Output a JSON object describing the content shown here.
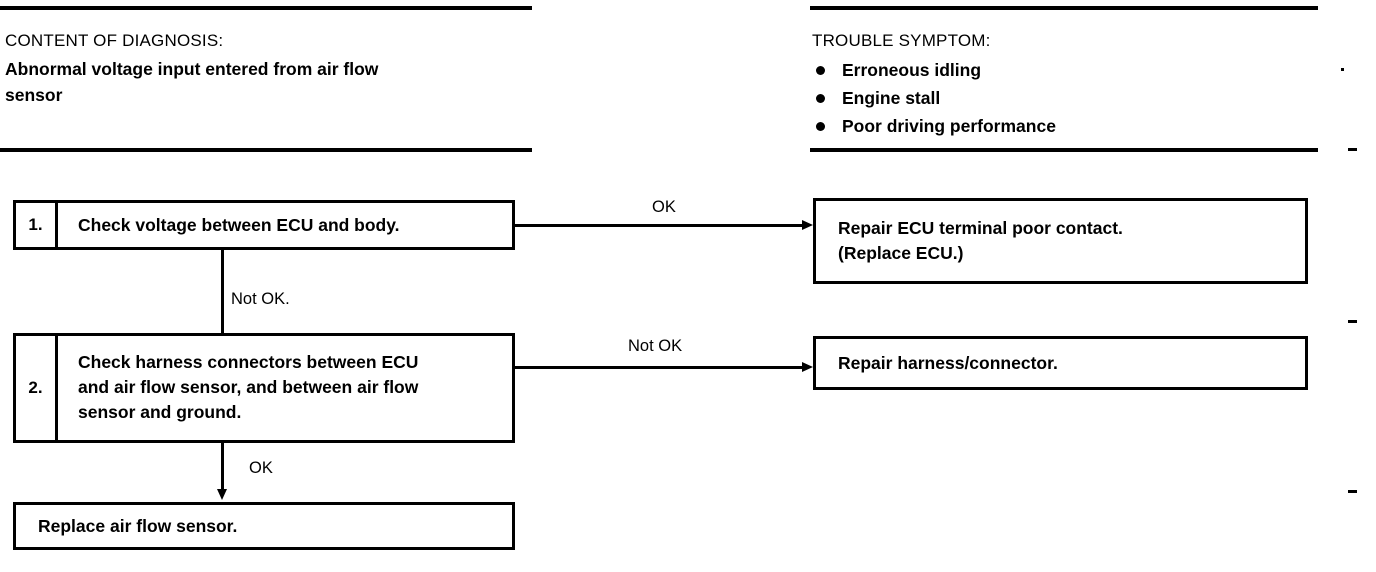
{
  "header": {
    "diagnosis": {
      "title": "CONTENT OF DIAGNOSIS:",
      "line1": "Abnormal voltage input entered from air flow",
      "line2": "sensor"
    },
    "symptom": {
      "title": "TROUBLE SYMPTOM:",
      "items": [
        "Erroneous idling",
        "Engine stall",
        "Poor driving performance"
      ]
    }
  },
  "flow": {
    "step1": {
      "number": "1.",
      "lines": [
        "Check voltage between ECU and body."
      ]
    },
    "step2": {
      "number": "2.",
      "lines": [
        "Check harness connectors between ECU",
        "and air flow sensor, and between air flow",
        "sensor and ground."
      ]
    },
    "final": {
      "lines": [
        "Replace air flow sensor."
      ]
    },
    "result1": {
      "lines": [
        "Repair ECU terminal poor contact.",
        "(Replace ECU.)"
      ]
    },
    "result2": {
      "lines": [
        "Repair harness/connector."
      ]
    },
    "labels": {
      "branch1_ok": "OK",
      "step1_to_step2": "Not OK.",
      "branch2_not_ok": "Not OK",
      "step2_to_final": "OK"
    }
  },
  "colors": {
    "ink": "#000000",
    "paper": "#ffffff"
  }
}
